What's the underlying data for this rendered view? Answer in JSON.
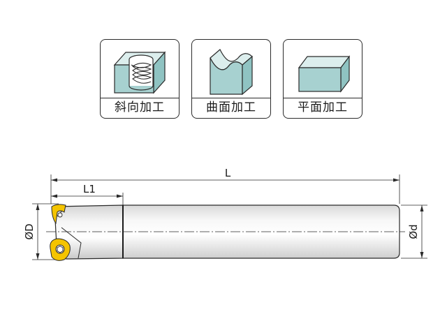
{
  "machining_types": [
    {
      "label": "斜向加工",
      "icon": "ramping-cube-icon"
    },
    {
      "label": "曲面加工",
      "icon": "curved-surface-block-icon"
    },
    {
      "label": "平面加工",
      "icon": "flat-block-icon"
    }
  ],
  "dimensions": {
    "overall_length": "L",
    "head_length": "L1",
    "cutting_diameter": "ØD",
    "shank_diameter": "Ød"
  },
  "colors": {
    "block_front": "#a7d1d0",
    "block_top": "#dceeed",
    "block_side": "#8fc3c2",
    "insert": "#f4c400",
    "outline": "#2a2a2a"
  }
}
